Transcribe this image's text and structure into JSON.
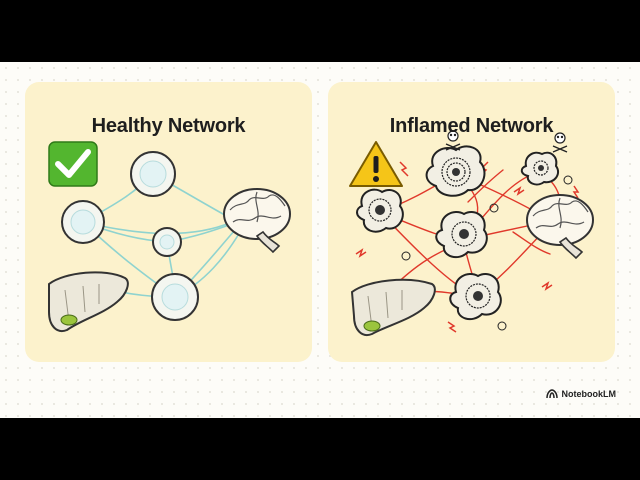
{
  "panels": {
    "healthy": {
      "title": "Healthy Network"
    },
    "inflamed": {
      "title": "Inflamed Network"
    }
  },
  "icons": {
    "check": "check-mark-icon",
    "warning": "warning-icon",
    "skull": "skull-crossbones-icon",
    "brain": "brain-icon",
    "liver": "liver-icon"
  },
  "colors": {
    "panel_bg": "#fcf2cc",
    "healthy_link": "#8fd3cf",
    "inflamed_link": "#e0392b",
    "check_green": "#53b62f",
    "warning_yellow": "#f5c518"
  },
  "brand": {
    "label": "NotebookLM"
  }
}
